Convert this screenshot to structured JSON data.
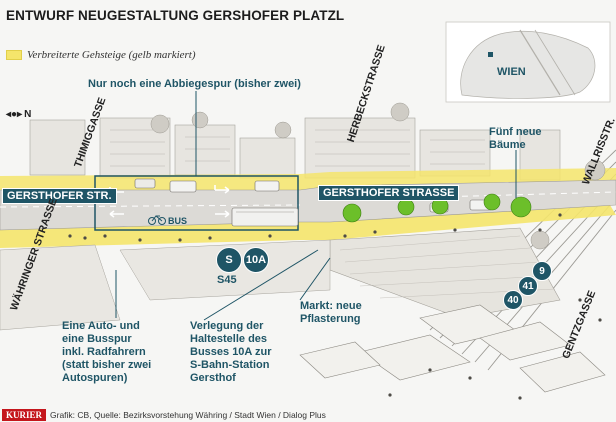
{
  "title": "ENTWURF NEUGESTALTUNG GERSHOFER PLATZL",
  "legend": {
    "text": "Verbreiterte Gehsteige (gelb markiert)",
    "color": "#f5e56b"
  },
  "inset": {
    "city": "WIEN"
  },
  "compass": {
    "north": "N"
  },
  "streets": {
    "thimiggasse": "THIMIGGASSE",
    "herbeckstrasse": "HERBECKSTRASSE",
    "waehringer": "WÄHRINGER STRASSE",
    "wallrissstr": "WALLRISSTR.",
    "gentzgasse": "GENTZGASSE",
    "gersthofer_left": "GERSTHOFER STR.",
    "gersthofer_right": "GERSTHOFER STRASSE"
  },
  "annotations": {
    "abbiegespur": "Nur noch eine Abbiegespur (bisher zwei)",
    "baeume": "Fünf neue Bäume",
    "busspur_lines": [
      "Eine Auto- und",
      "eine Busspur",
      "inkl. Radfahrern",
      "(statt bisher zwei",
      "Autospuren)"
    ],
    "haltestelle_lines": [
      "Verlegung der",
      "Haltestelle des",
      "Busses 10A zur",
      "S-Bahn-Station",
      "Gersthof"
    ],
    "markt_lines": [
      "Markt: neue",
      "Pflasterung"
    ]
  },
  "lane_label": "BUS",
  "transit": {
    "s_bahn": "S45",
    "bus_main": "10A",
    "lines": [
      "9",
      "41",
      "40"
    ]
  },
  "footer": {
    "brand": "KURIER",
    "credit": "Grafik: CB, Quelle: Bezirksvorstehung Währing / Stadt Wien / Dialog Plus"
  },
  "colors": {
    "accent": "#1f5566",
    "sidewalk": "#f5e56b",
    "brand": "#c4161c"
  }
}
